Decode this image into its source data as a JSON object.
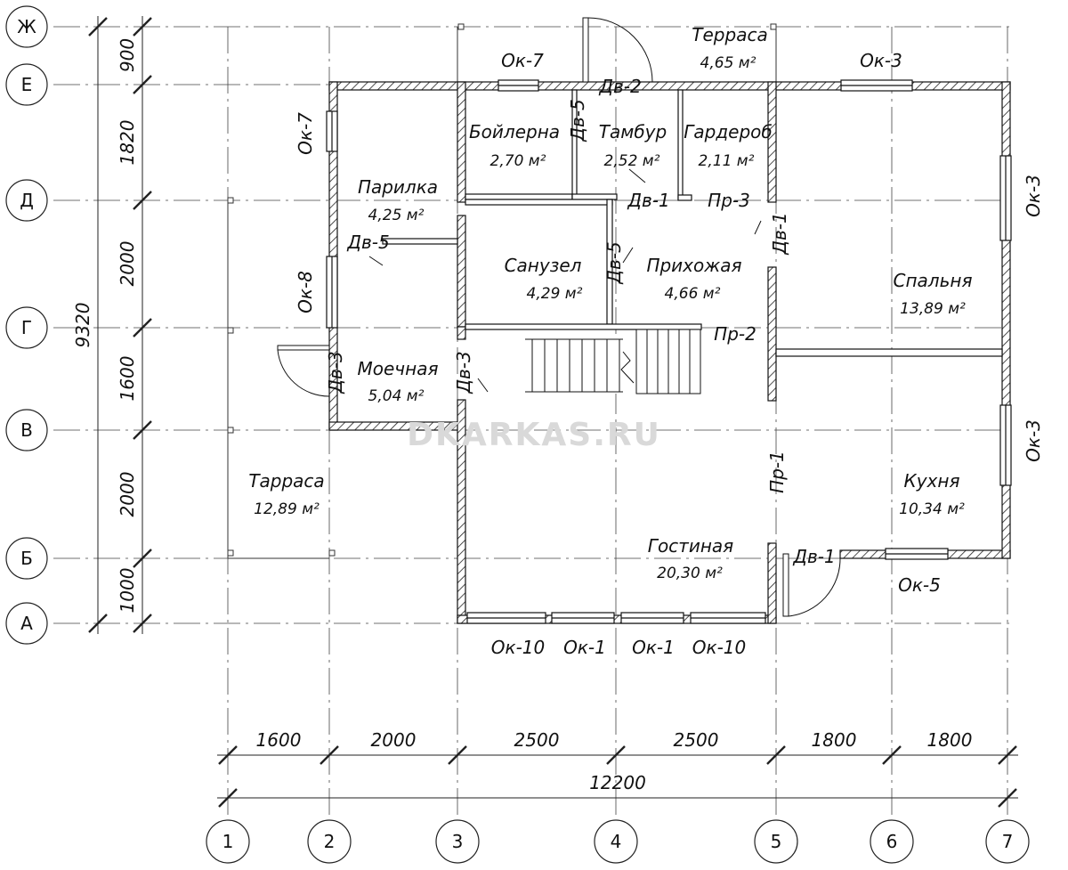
{
  "watermark": "DKARKAS.RU",
  "rows": [
    "Ж",
    "Е",
    "Д",
    "Г",
    "В",
    "Б",
    "А"
  ],
  "cols": [
    "1",
    "2",
    "3",
    "4",
    "5",
    "6",
    "7"
  ],
  "dims_vertical": [
    "900",
    "1820",
    "2000",
    "1600",
    "2000",
    "1000"
  ],
  "dim_total_vertical": "9320",
  "dims_horizontal": [
    "1600",
    "2000",
    "2500",
    "2500",
    "1800",
    "1800"
  ],
  "dim_total_horizontal": "12200",
  "rooms": [
    {
      "name": "Терраса",
      "area": "4,65 м²"
    },
    {
      "name": "Бойлерна",
      "area": "2,70 м²"
    },
    {
      "name": "Тамбур",
      "area": "2,52 м²"
    },
    {
      "name": "Гардероб",
      "area": "2,11 м²"
    },
    {
      "name": "Парилка",
      "area": "4,25 м²"
    },
    {
      "name": "Санузел",
      "area": "4,29 м²"
    },
    {
      "name": "Прихожая",
      "area": "4,66 м²"
    },
    {
      "name": "Спальня",
      "area": "13,89 м²"
    },
    {
      "name": "Моечная",
      "area": "5,04 м²"
    },
    {
      "name": "Тарраса",
      "area": "12,89 м²"
    },
    {
      "name": "Гостиная",
      "area": "20,30 м²"
    },
    {
      "name": "Кухня",
      "area": "10,34 м²"
    }
  ],
  "marks": {
    "ok7_top": "Ок-7",
    "ok3_top": "Ок-3",
    "dv2": "Дв-2",
    "ok7_left": "Ок-7",
    "dv5_a": "Дв-5",
    "dv1_a": "Дв-1",
    "pr3": "Пр-3",
    "dv1_b": "Дв-1",
    "ok3_r1": "Ок-3",
    "dv5_b": "Дв-5",
    "dv5_c": "Дв-5",
    "ok8": "Ок-8",
    "pr2": "Пр-2",
    "dv3_a": "Дв-3",
    "dv3_b": "Дв-3",
    "ok3_r2": "Ок-3",
    "pr1": "Пр-1",
    "dv1_c": "Дв-1",
    "ok5": "Ок-5",
    "ok10_a": "Ок-10",
    "ok1_a": "Ок-1",
    "ok1_b": "Ок-1",
    "ok10_b": "Ок-10"
  }
}
